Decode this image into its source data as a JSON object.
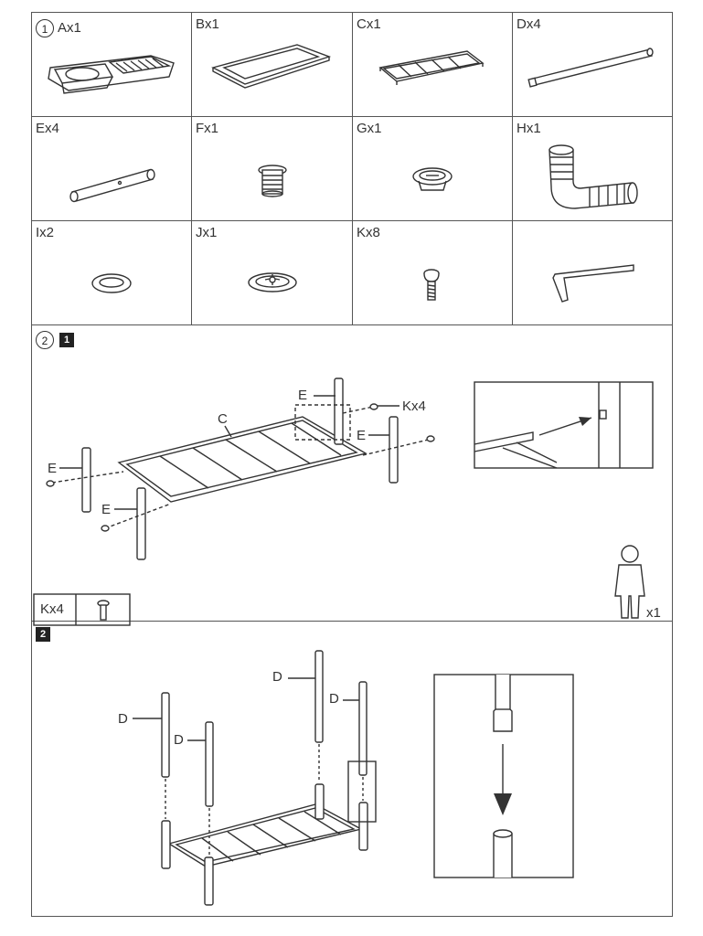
{
  "parts": [
    {
      "id": "A",
      "label": "Ax1"
    },
    {
      "id": "B",
      "label": "Bx1"
    },
    {
      "id": "C",
      "label": "Cx1"
    },
    {
      "id": "D",
      "label": "Dx4"
    },
    {
      "id": "E",
      "label": "Ex4"
    },
    {
      "id": "F",
      "label": "Fx1"
    },
    {
      "id": "G",
      "label": "Gx1"
    },
    {
      "id": "H",
      "label": "Hx1"
    },
    {
      "id": "I",
      "label": "Ix2"
    },
    {
      "id": "J",
      "label": "Jx1"
    },
    {
      "id": "K",
      "label": "Kx8"
    },
    {
      "id": "L",
      "label": ""
    }
  ],
  "step1": {
    "number": "1"
  },
  "step2": {
    "number": "2",
    "substep": "1",
    "callouts": {
      "e_top": "E",
      "c": "C",
      "k": "Kx4",
      "e_right": "E",
      "e_left": "E",
      "e_front": "E"
    },
    "hardware_box_label": "Kx4",
    "persons": "x1"
  },
  "step3": {
    "substep": "2",
    "callouts": {
      "d1": "D",
      "d2": "D",
      "d3": "D",
      "d4": "D"
    }
  }
}
